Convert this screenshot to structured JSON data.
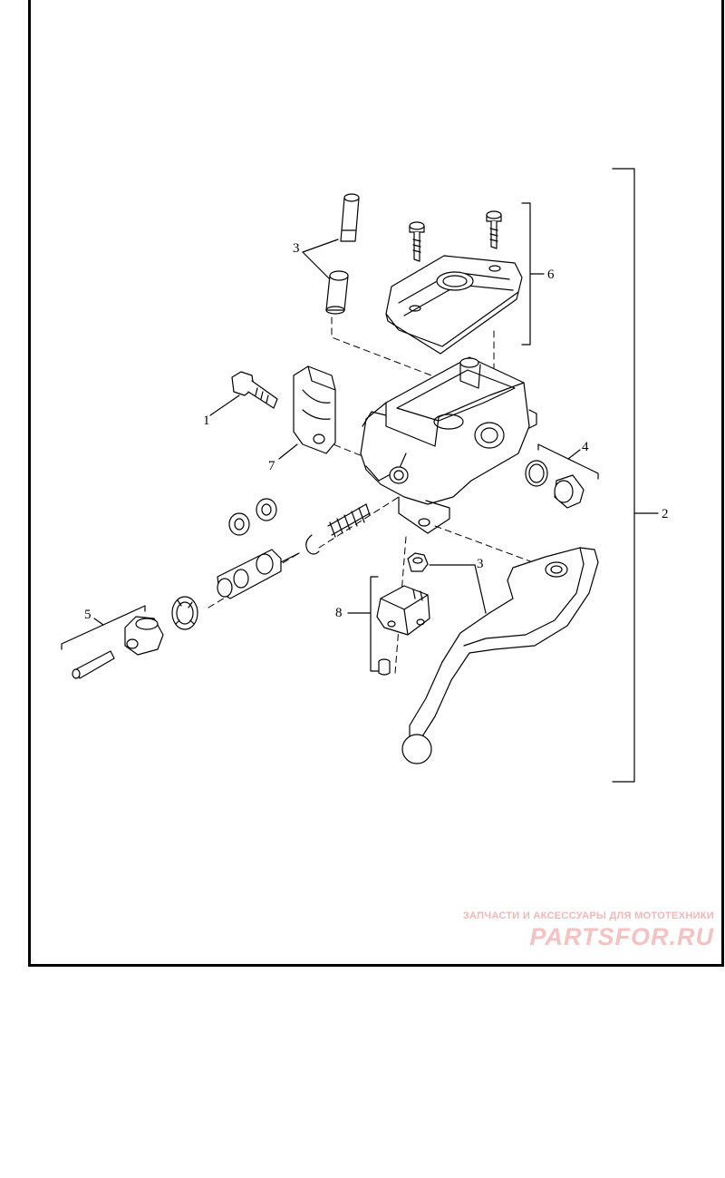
{
  "diagram": {
    "callouts": {
      "c1": "1",
      "c2": "2",
      "c3_top": "3",
      "c3_bottom": "3",
      "c4": "4",
      "c5": "5",
      "c6": "6",
      "c7": "7",
      "c8": "8"
    }
  },
  "watermark": {
    "subtitle": "ЗАПЧАСТИ И АКСЕССУАРЫ ДЛЯ МОТОТЕХНИКИ",
    "brand": "PARTSFOR.RU",
    "color": "#f1b7b7"
  }
}
